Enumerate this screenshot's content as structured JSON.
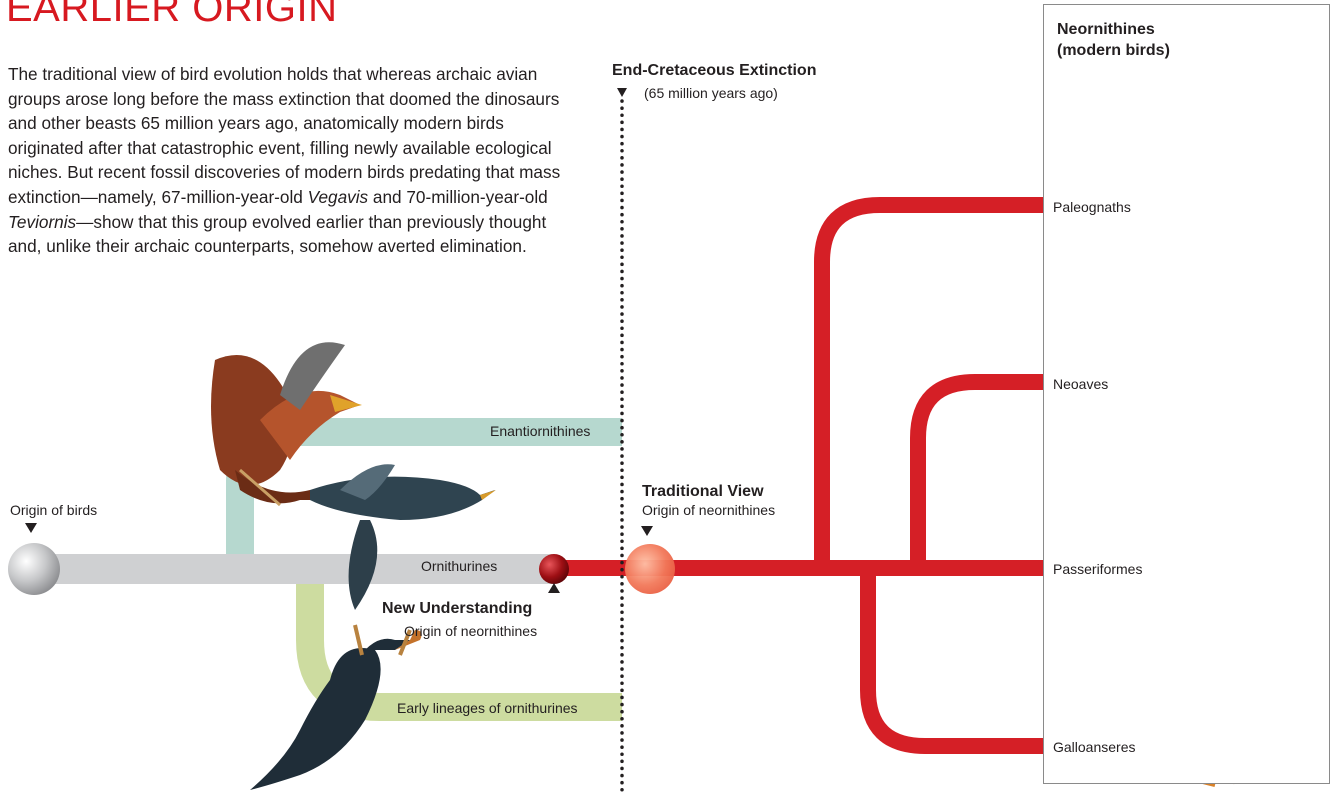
{
  "header": {
    "title": "EARLIER ORIGIN",
    "intro": {
      "part1": "The traditional view of bird evolution holds that whereas archaic avian groups arose long before the mass extinction that doomed the dinosaurs and other beasts 65 million years ago, anatomically modern birds originated after that catastrophic event, filling newly available ecological niches. But recent fossil discoveries of modern birds predating that mass extinction—namely, 67-million-year-old ",
      "italic1": "Vegavis",
      "part2": " and 70-million-year-old ",
      "italic2": "Teviornis",
      "part3": "—show that this group evolved earlier than previously thought and, unlike their archaic counterparts, somehow averted elimination."
    }
  },
  "extinction": {
    "title": "End-Cretaceous Extinction",
    "subtitle": "(65 million years ago)"
  },
  "markers": {
    "origin_of_birds": "Origin of birds",
    "new_understanding": {
      "title": "New Understanding",
      "subtitle": "Origin of neornithines"
    },
    "traditional_view": {
      "title": "Traditional View",
      "subtitle": "Origin of neornithines"
    }
  },
  "lineages": {
    "enantiornithines": "Enantiornithines",
    "ornithurines": "Ornithurines",
    "early_ornithurines": "Early lineages of ornithurines"
  },
  "modern_panel": {
    "title_line1": "Neornithines",
    "title_line2": "(modern birds)",
    "groups": [
      "Paleognaths",
      "Neoaves",
      "Passeriformes",
      "Galloanseres"
    ]
  },
  "colors": {
    "title_red": "#d71920",
    "modern_branch_red": "#d51f26",
    "enantiornithine_teal": "#b6d8cf",
    "early_ornithurine_green": "#cddca0",
    "ornithurine_gray": "#cfd0d2"
  },
  "icons": [
    "ostrich-illustration-icon",
    "hummingbird-illustration-icon",
    "sparrow-illustration-icon",
    "mallard-illustration-icon",
    "enantiornithine-bird-illustration-icon",
    "seabird-illustration-icon",
    "diving-bird-illustration-icon"
  ]
}
